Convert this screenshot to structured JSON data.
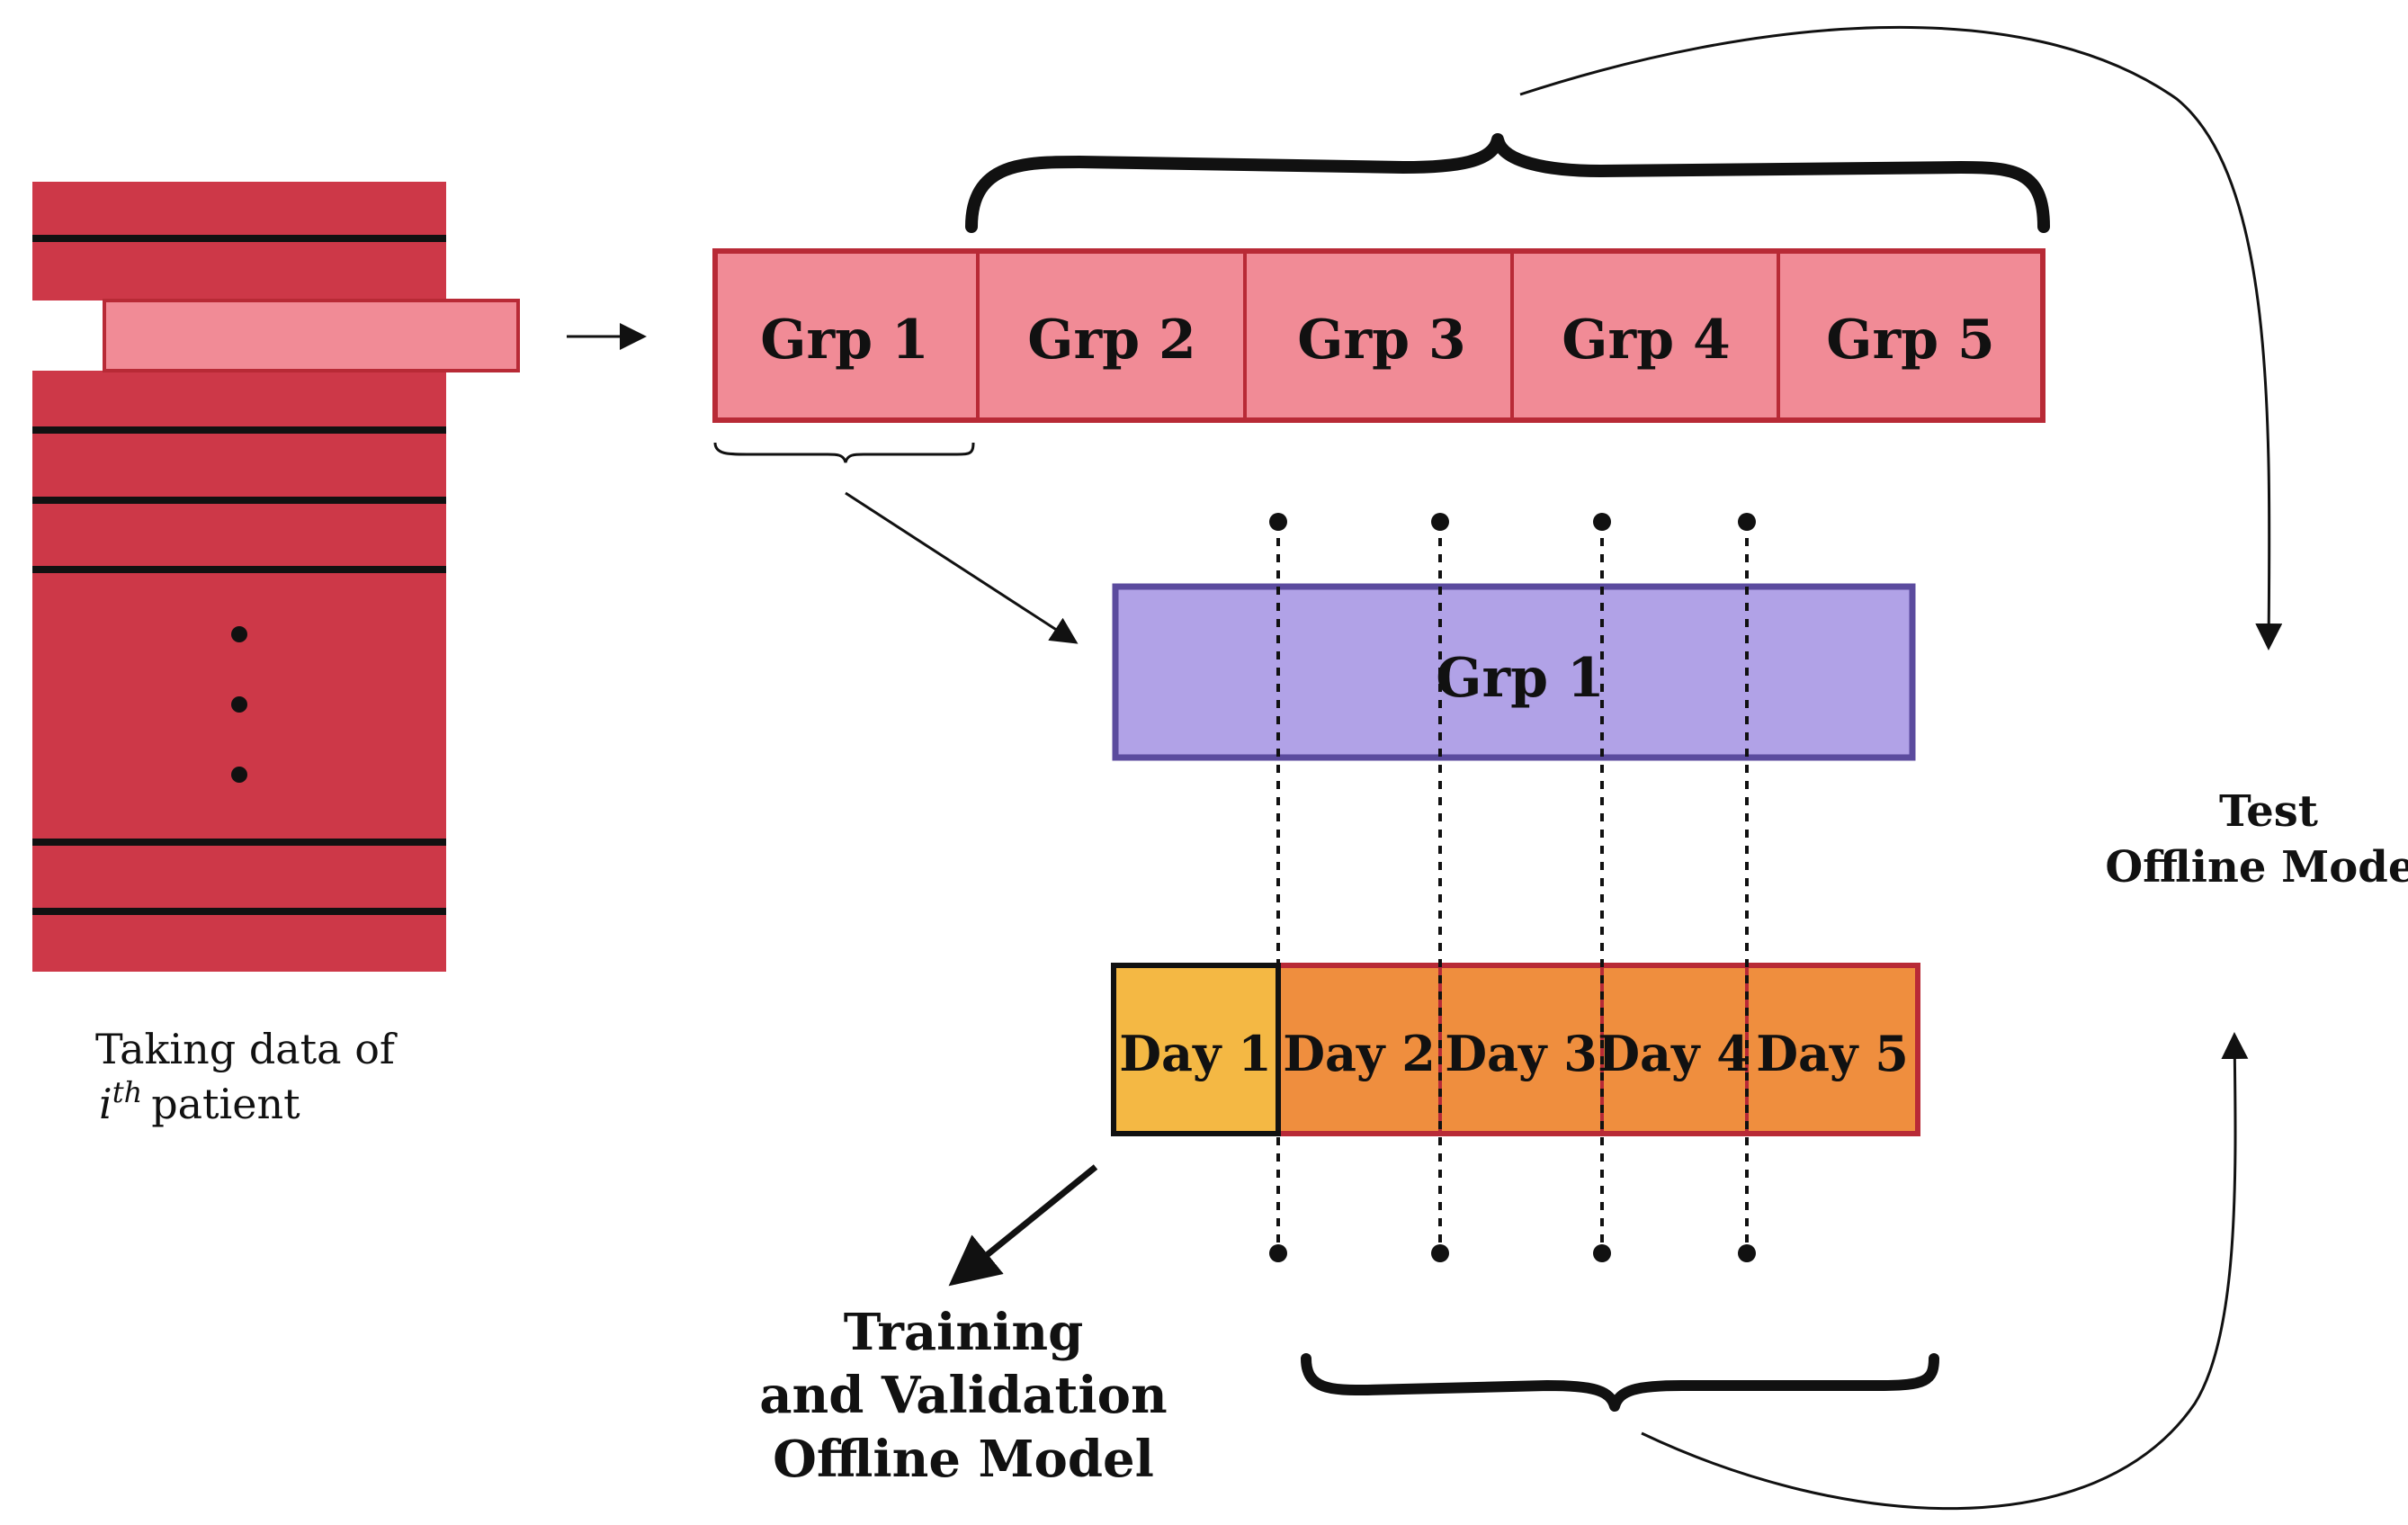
{
  "diagram": {
    "patient_caption": {
      "line1": "Taking data of",
      "math_base": "i",
      "math_sup": "th",
      "line2_rest": "patient"
    },
    "groups": [
      "Grp 1",
      "Grp 2",
      "Grp 3",
      "Grp 4",
      "Grp 5"
    ],
    "selected_group": "Grp 1",
    "days": [
      "Day 1",
      "Day 2",
      "Day 3",
      "Day 4",
      "Day 5"
    ],
    "training_caption": [
      "Training",
      "and Validation",
      "Offline Model"
    ],
    "test_caption": [
      "Test",
      "Offline Model"
    ]
  },
  "colors": {
    "dataset_red": "#cd3848",
    "row_highlight": "#f18b96",
    "group_fill": "#f18b96",
    "group_border": "#b82a36",
    "selected_fill": "#b1a2e7",
    "selected_border": "#5b4b9e",
    "day1_fill": "#f4b844",
    "day_fill": "#ef8e3e",
    "day_border": "#b82a36",
    "ink": "#111111"
  }
}
